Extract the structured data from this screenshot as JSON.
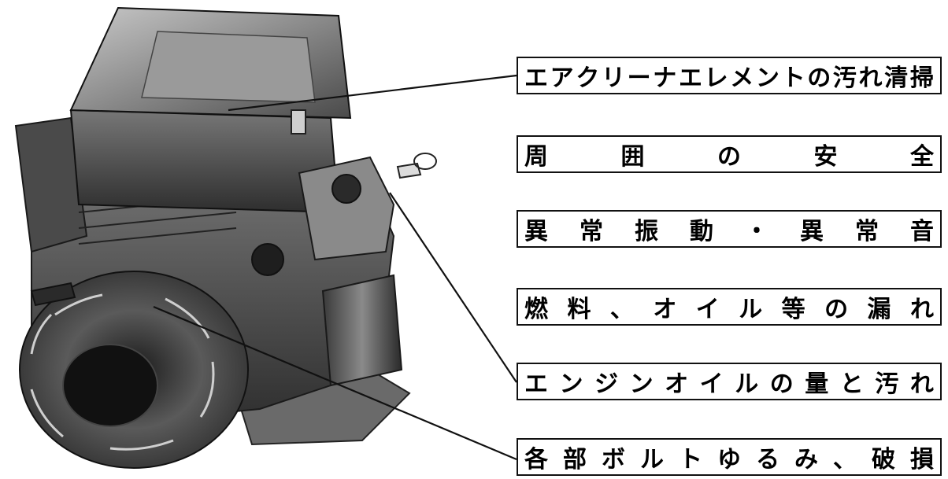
{
  "labels": [
    {
      "text": "エアクリーナエレメントの汚れ清掃",
      "target": "air-cleaner"
    },
    {
      "text": "周囲の安全",
      "target": "surroundings"
    },
    {
      "text": "異常振動・異常音",
      "target": "engine-body"
    },
    {
      "text": "燃料、オイル等の漏れ",
      "target": "engine-body"
    },
    {
      "text": "エンジンオイルの量と汚れ",
      "target": "oil-filler"
    },
    {
      "text": "各部ボルトゆるみ、破損",
      "target": "recoil-cover"
    }
  ],
  "colors": {
    "line": "#111111",
    "box_border": "#111111",
    "engine_dark": "#2a2a2a",
    "engine_mid": "#6d6d6d",
    "engine_light": "#bdbdbd"
  }
}
